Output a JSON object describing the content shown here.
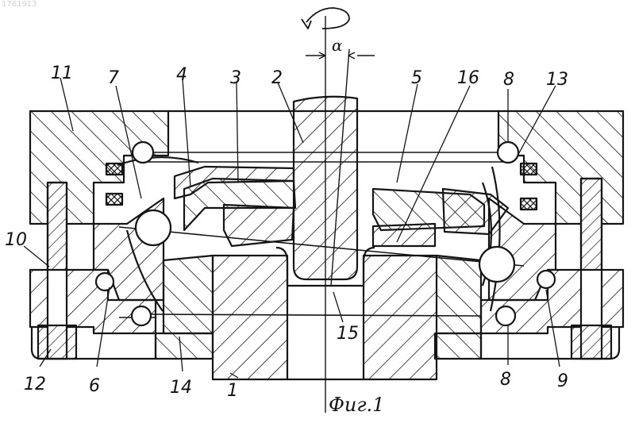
{
  "watermark": "1761913",
  "angle_symbol": "α",
  "caption": "Фиг.1",
  "labels": {
    "l1": "1",
    "l2": "2",
    "l3": "3",
    "l4": "4",
    "l5": "5",
    "l6": "6",
    "l7": "7",
    "l8a": "8",
    "l8b": "8",
    "l9": "9",
    "l10": "10",
    "l11": "11",
    "l12": "12",
    "l13": "13",
    "l14": "14",
    "l15": "15",
    "l16": "16"
  },
  "colors": {
    "ink": "#151515",
    "paper": "#ffffff"
  }
}
